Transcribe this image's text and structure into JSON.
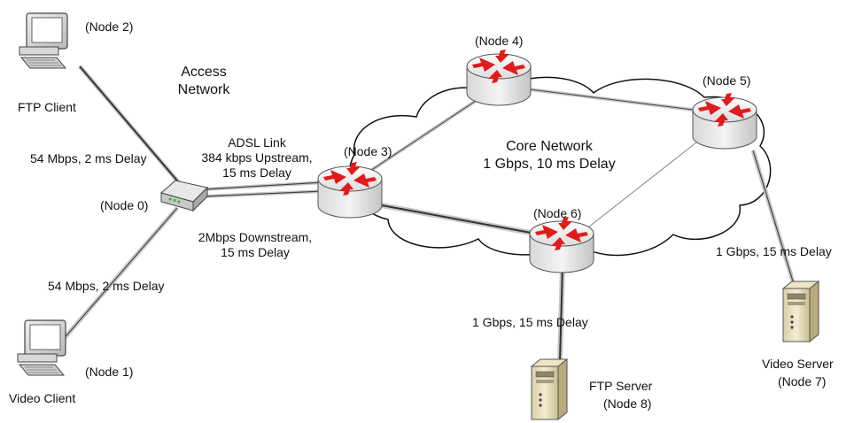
{
  "nodes": {
    "node0": "(Node 0)",
    "node1": "(Node 1)",
    "node2": "(Node 2)",
    "node3": "(Node 3)",
    "node4": "(Node 4)",
    "node5": "(Node 5)",
    "node6": "(Node 6)",
    "node7": "(Node 7)",
    "node8": "(Node 8)"
  },
  "devices": {
    "ftp_client": "FTP Client",
    "video_client": "Video Client",
    "ftp_server": "FTP Server",
    "video_server": "Video Server"
  },
  "regions": {
    "access_line1": "Access",
    "access_line2": "Network",
    "core_line1": "Core Network",
    "core_line2": "1 Gbps, 10 ms Delay"
  },
  "links": {
    "client2_link": "54 Mbps, 2 ms Delay",
    "client1_link": "54 Mbps, 2 ms Delay",
    "adsl_line1": "ADSL Link",
    "adsl_line2": "384 kbps Upstream,",
    "adsl_line3": "15 ms Delay",
    "downstream_line1": "2Mbps Downstream,",
    "downstream_line2": "15 ms Delay",
    "ftp_server_link": "1 Gbps, 15 ms Delay",
    "video_server_link": "1 Gbps, 15 ms Delay"
  },
  "colors": {
    "router_arrow": "#e11b1b",
    "router_body": "#f2f2f2",
    "link_dark": "#333333",
    "link_light": "#c8c8c8",
    "cloud_stroke": "#111111"
  }
}
